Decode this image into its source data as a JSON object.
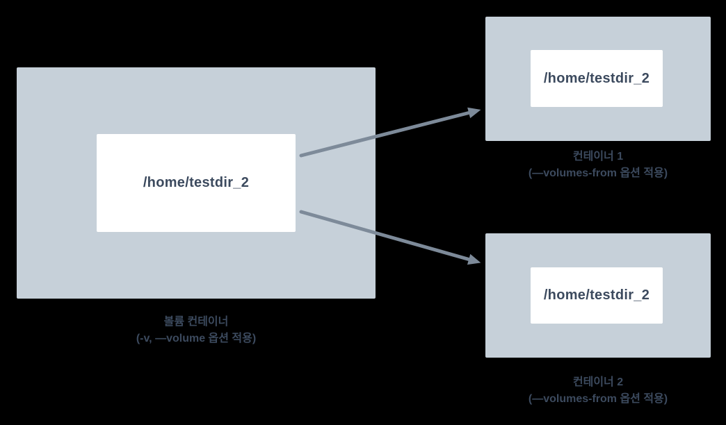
{
  "colors": {
    "background": "#000000",
    "container_fill": "#c6d0d9",
    "inner_box_fill": "#ffffff",
    "text": "#3c4a5e",
    "arrow": "#7d8a99"
  },
  "volume_container": {
    "path_label": "/home/testdir_2",
    "caption_line1": "볼륨 컨테이너",
    "caption_line2": "(-v, —volume 옵션 적용)"
  },
  "container1": {
    "path_label": "/home/testdir_2",
    "caption_line1": "컨테이너 1",
    "caption_line2": "(—volumes-from 옵션 적용)"
  },
  "container2": {
    "path_label": "/home/testdir_2",
    "caption_line1": "컨테이너 2",
    "caption_line2": "(—volumes-from 옵션 적용)"
  }
}
